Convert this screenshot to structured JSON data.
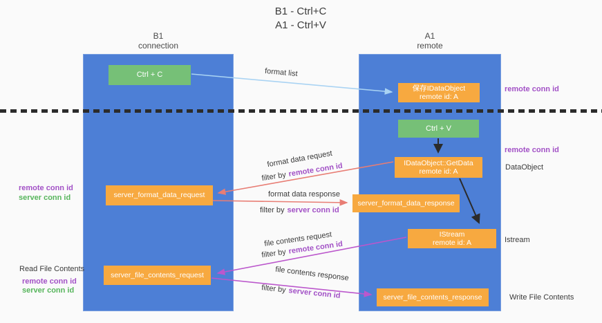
{
  "title": {
    "line1": "B1 - Ctrl+C",
    "line2": "A1 - Ctrl+V"
  },
  "lanes": {
    "left": {
      "name": "B1",
      "subtitle": "connection"
    },
    "right": {
      "name": "A1",
      "subtitle": "remote"
    }
  },
  "nodes": {
    "ctrl_c": {
      "label": "Ctrl + C"
    },
    "save_dataobject": {
      "line1": "保存IDataObject",
      "line2": "remote id: A"
    },
    "ctrl_v": {
      "label": "Ctrl + V"
    },
    "getdata": {
      "line1": "IDataObject::GetData",
      "line2": "remote id: A"
    },
    "server_format_data_request": {
      "label": "server_format_data_request"
    },
    "server_format_data_response": {
      "label": "server_format_data_response"
    },
    "istream": {
      "line1": "IStream",
      "line2": "remote id: A"
    },
    "server_file_contents_request": {
      "label": "server_file_contents_request"
    },
    "server_file_contents_response": {
      "label": "server_file_contents_response"
    }
  },
  "side_labels": {
    "remote_conn_id": "remote conn id",
    "server_conn_id": "server conn id",
    "dataobject": "DataObject",
    "istream": "Istream",
    "read_file_contents": "Read File Contents",
    "write_file_contents": "Write File Contents"
  },
  "flows": {
    "format_list": {
      "label": "format list"
    },
    "format_data_request": {
      "label": "format data request",
      "filter_prefix": "filter by",
      "filter_id": "remote conn id"
    },
    "format_data_response": {
      "label": "format data response",
      "filter_prefix": "filter by",
      "filter_id": "server conn id"
    },
    "file_contents_request": {
      "label": "file contents request",
      "filter_prefix": "filter by",
      "filter_id": "remote conn id"
    },
    "file_contents_response": {
      "label": "file contents response",
      "filter_prefix": "filter by",
      "filter_id": "server conn id"
    }
  },
  "colors": {
    "lane_blue": "#4d7fd6",
    "box_green": "#76c077",
    "box_orange": "#f7a940",
    "arrow_salmon": "#e87d74",
    "arrow_magenta": "#bb57cc",
    "arrow_lightblue": "#a9d3f3",
    "arrow_black": "#2b2b2b",
    "text_purple": "#a251c6",
    "text_green": "#57b55c"
  }
}
